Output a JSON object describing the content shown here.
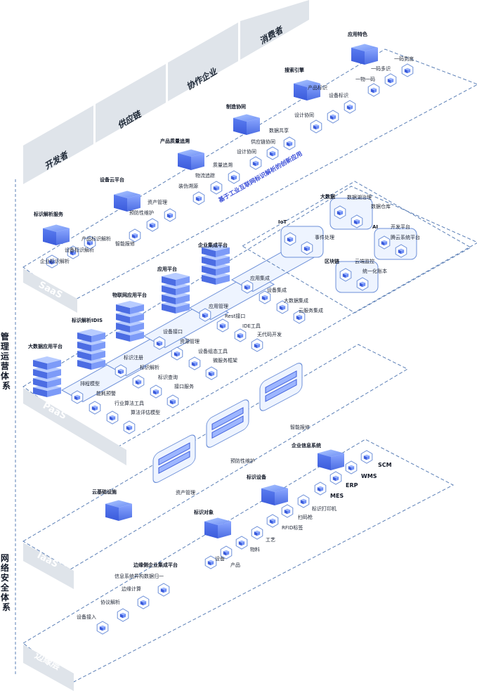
{
  "colors": {
    "accent": "#3b5bdb",
    "dash": "#5b7fb6",
    "gray_band": "#dfe4ea",
    "node_fill": "#eaf2ff",
    "node_stroke": "#6c8fd8"
  },
  "systems": {
    "management": "管理运营体系",
    "security": "网络安全体系"
  },
  "tabs": [
    "开发者",
    "供应链",
    "协作企业",
    "消费者"
  ],
  "layers": {
    "saas": "SaaS",
    "paas": "PaaS",
    "iaas": "IaaS",
    "edge": "边缘层"
  },
  "saas": {
    "banner": "基于工业互联网标识解析的创新应用",
    "groups": [
      {
        "title": "标识解析服务",
        "items": [
          "企业标识解析",
          "设备标识解析",
          "产品标识解析"
        ]
      },
      {
        "title": "设备云平台",
        "items": [
          "智能报修",
          "预防性维护",
          "资产管理"
        ]
      },
      {
        "title": "产品质量追溯",
        "items": [
          "装伪溯源",
          "物流追踪",
          "质量追溯"
        ]
      },
      {
        "title": "制造协同",
        "items": [
          "设计协同",
          "供应链协同",
          "数据共享"
        ]
      },
      {
        "title": "搜索引擎",
        "items": [
          "设计协同",
          "产品标识",
          "设备标识"
        ]
      },
      {
        "title": "应用特色",
        "items": [
          "一物一码",
          "一码多识",
          "一码到底"
        ]
      }
    ]
  },
  "paas": {
    "platforms": [
      {
        "title": "大数据应用平台",
        "items": [
          "排程模型",
          "能耗预警",
          "行业算法工具",
          "算法评估模型"
        ]
      },
      {
        "title": "标识解析IDIS",
        "items": [
          "标识注册",
          "标识解析",
          "标识查询",
          "接口服务"
        ]
      },
      {
        "title": "物联网应用平台",
        "items": [
          "设备接口",
          "资源管理",
          "设备组态工具",
          "微服务框架"
        ]
      },
      {
        "title": "应用平台",
        "items": [
          "应用管理",
          "Rest接口",
          "IDE工具",
          "无代码开发"
        ]
      },
      {
        "title": "企业集成平台",
        "items": [
          "应用集成",
          "设备集成",
          "大数据集成",
          "云服务集成"
        ]
      }
    ],
    "tech": [
      {
        "title": "IoT",
        "items": [
          "事件处理"
        ]
      },
      {
        "title": "大数据",
        "items": [
          "数据湖治理",
          "数据仓库"
        ]
      },
      {
        "title": "AI",
        "items": [
          "开发平台",
          "腾云系统平台"
        ]
      },
      {
        "title": "区块链",
        "items": [
          "云端监控",
          "统一化账本"
        ]
      }
    ]
  },
  "iaas": {
    "title": "云基础设施",
    "items": [
      "资产管理",
      "预防性维护",
      "智能报修"
    ]
  },
  "edge": {
    "enterprise": {
      "title": "企业信息系统",
      "items": [
        "MES",
        "ERP",
        "WMS",
        "SCM"
      ]
    },
    "devices": {
      "title": "标识设备",
      "items": [
        "RFID标签",
        "扫码枪",
        "标识打印机"
      ]
    },
    "objects": {
      "title": "标识对象",
      "items": [
        "设备",
        "产品",
        "物料",
        "工艺"
      ]
    },
    "platform": {
      "title": "边缘侧企业集成平台",
      "items": [
        "设备接入",
        "协议解析",
        "边缘计算",
        "信息系统异构数据归一"
      ]
    }
  }
}
